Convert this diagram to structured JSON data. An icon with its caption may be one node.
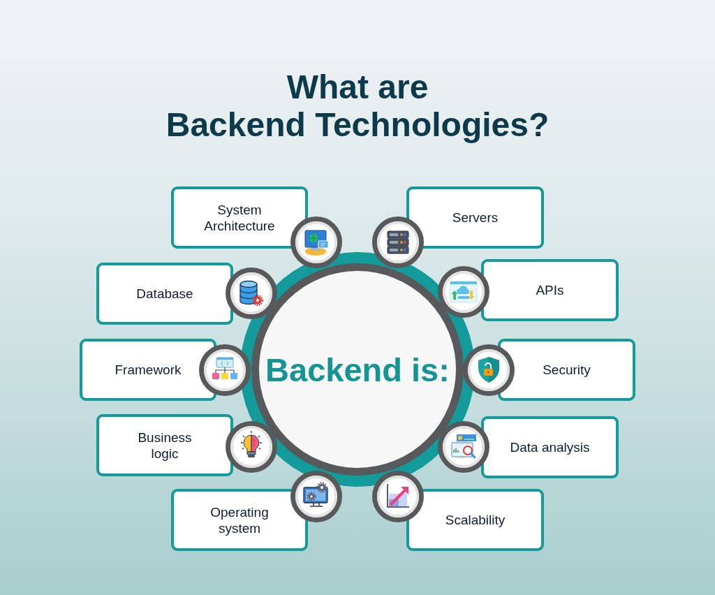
{
  "diagram": {
    "title": "What are Backend Technologies?",
    "nodes": [
      {
        "text": [
          "System Architecture"
        ]
      },
      {
        "text": [
          "Servers"
        ]
      },
      {
        "text": [
          "Database"
        ]
      },
      {
        "text": [
          "APIs"
        ]
      },
      {
        "text": [
          "Framework"
        ]
      },
      {
        "text": [
          "Backend is:"
        ]
      },
      {
        "text": [
          "Security"
        ]
      },
      {
        "text": [
          "Business logic"
        ]
      },
      {
        "text": [
          "Data analysis"
        ]
      },
      {
        "text": [
          "Operating system"
        ]
      },
      {
        "text": [
          "Scalability"
        ]
      }
    ]
  }
}
